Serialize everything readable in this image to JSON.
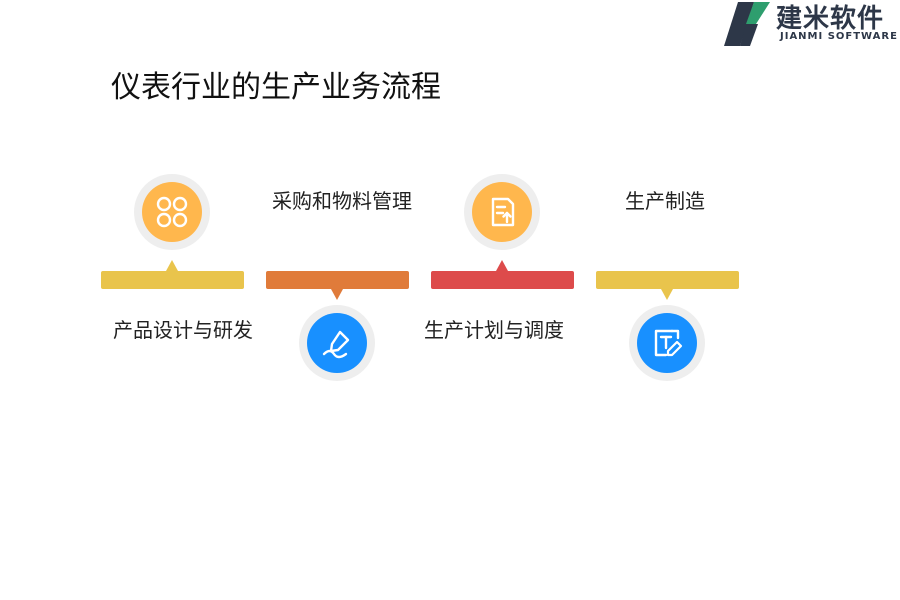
{
  "logo": {
    "brand_cn": "建米软件",
    "brand_en": "JIANMI SOFTWARE"
  },
  "title": "仪表行业的生产业务流程",
  "colors": {
    "yellow": "#e9c44c",
    "orange": "#e07b3a",
    "red": "#dd4b4b",
    "icon_orange": "#ffb74d",
    "icon_blue": "#1890ff"
  },
  "steps": [
    {
      "label": "产品设计与研发",
      "icon": "grid-circles-icon"
    },
    {
      "label": "采购和物料管理",
      "icon": "pen-signature-icon"
    },
    {
      "label": "生产计划与调度",
      "icon": "document-upload-icon"
    },
    {
      "label": "生产制造",
      "icon": "text-edit-icon"
    }
  ]
}
